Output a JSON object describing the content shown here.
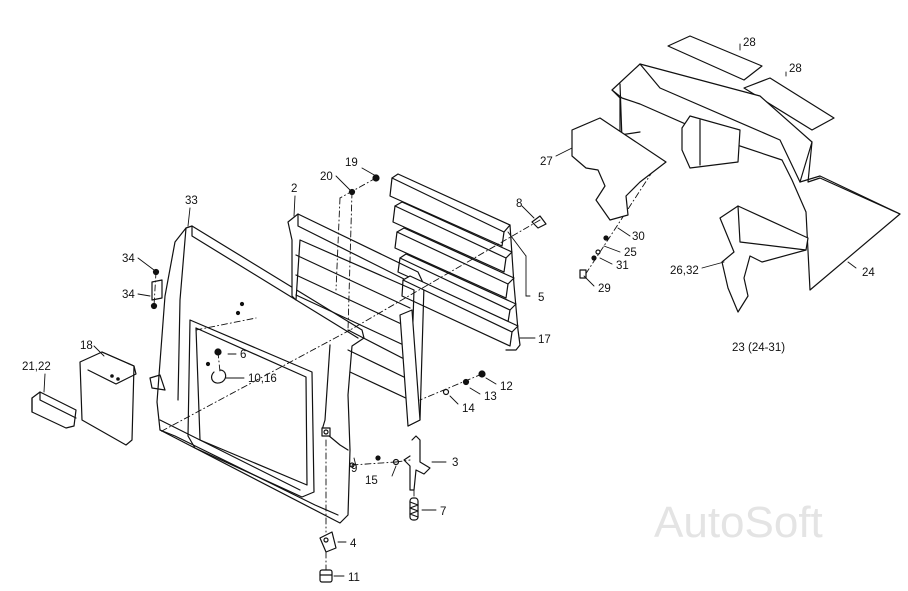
{
  "watermark": "AutoSoft",
  "assembly_label": "23 (24-31)",
  "callouts": [
    {
      "id": "c33",
      "text": "33"
    },
    {
      "id": "c2",
      "text": "2"
    },
    {
      "id": "c19",
      "text": "19"
    },
    {
      "id": "c20",
      "text": "20"
    },
    {
      "id": "c8",
      "text": "8"
    },
    {
      "id": "c5",
      "text": "5"
    },
    {
      "id": "c17",
      "text": "17"
    },
    {
      "id": "c34a",
      "text": "34"
    },
    {
      "id": "c34b",
      "text": "34"
    },
    {
      "id": "c18",
      "text": "18"
    },
    {
      "id": "c2122",
      "text": "21,22"
    },
    {
      "id": "c6",
      "text": "6"
    },
    {
      "id": "c1016",
      "text": "10,16"
    },
    {
      "id": "c12",
      "text": "12"
    },
    {
      "id": "c13",
      "text": "13"
    },
    {
      "id": "c14",
      "text": "14"
    },
    {
      "id": "c3",
      "text": "3"
    },
    {
      "id": "c9",
      "text": "9"
    },
    {
      "id": "c15",
      "text": "15"
    },
    {
      "id": "c7",
      "text": "7"
    },
    {
      "id": "c4",
      "text": "4"
    },
    {
      "id": "c11",
      "text": "11"
    },
    {
      "id": "c28a",
      "text": "28"
    },
    {
      "id": "c28b",
      "text": "28"
    },
    {
      "id": "c27",
      "text": "27"
    },
    {
      "id": "c30",
      "text": "30"
    },
    {
      "id": "c25",
      "text": "25"
    },
    {
      "id": "c31",
      "text": "31"
    },
    {
      "id": "c29",
      "text": "29"
    },
    {
      "id": "c2632",
      "text": "26,32"
    },
    {
      "id": "c24",
      "text": "24"
    }
  ]
}
